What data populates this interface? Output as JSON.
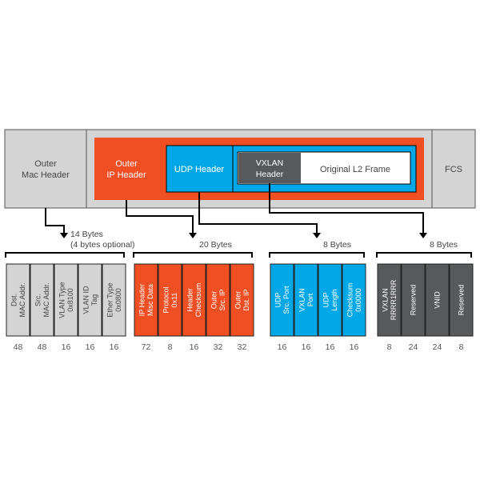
{
  "frame": {
    "outer_mac_header": [
      "Outer",
      "Mac Header"
    ],
    "outer_ip_header": [
      "Outer",
      "IP Header"
    ],
    "udp_header": "UDP Header",
    "vxlan_header": [
      "VXLAN",
      "Header"
    ],
    "original_l2_frame": "Original L2 Frame",
    "fcs": "FCS"
  },
  "groups": [
    {
      "size_label": [
        "14 Bytes",
        "(4 bytes optional)"
      ],
      "color": "#d4d4d4",
      "text_color": "#444444",
      "fields": [
        {
          "lines": [
            "Dst.",
            "MAC Addr."
          ],
          "bits": "48"
        },
        {
          "lines": [
            "Src.",
            "MAC Addr."
          ],
          "bits": "48"
        },
        {
          "lines": [
            "VLAN Type",
            "0x8100"
          ],
          "bits": "16"
        },
        {
          "lines": [
            "VLAN ID",
            "Tag"
          ],
          "bits": "16"
        },
        {
          "lines": [
            "Ether Type",
            "0x0800"
          ],
          "bits": "16"
        }
      ]
    },
    {
      "size_label": [
        "20 Bytes"
      ],
      "color": "#f04e23",
      "text_color": "#ffffff",
      "fields": [
        {
          "lines": [
            "IP Header",
            "Misc Data"
          ],
          "bits": "72"
        },
        {
          "lines": [
            "Protocol",
            "0x11"
          ],
          "bits": "8"
        },
        {
          "lines": [
            "Header",
            "Checksum"
          ],
          "bits": "16"
        },
        {
          "lines": [
            "Outer",
            "Src. IP"
          ],
          "bits": "32"
        },
        {
          "lines": [
            "Outer",
            "Dst. IP"
          ],
          "bits": "32"
        }
      ]
    },
    {
      "size_label": [
        "8 Bytes"
      ],
      "color": "#00a8e8",
      "text_color": "#ffffff",
      "fields": [
        {
          "lines": [
            "UDP",
            "Src. Port"
          ],
          "bits": "16"
        },
        {
          "lines": [
            "VXLAN",
            "Port"
          ],
          "bits": "16"
        },
        {
          "lines": [
            "UDP",
            "Length"
          ],
          "bits": "16"
        },
        {
          "lines": [
            "Checksum",
            "0x0000"
          ],
          "bits": "16"
        }
      ]
    },
    {
      "size_label": [
        "8 Bytes"
      ],
      "color": "#58595b",
      "text_color": "#ffffff",
      "fields": [
        {
          "lines": [
            "VXLAN",
            "RRRR1RRR"
          ],
          "bits": "8"
        },
        {
          "lines": [
            "Reserved"
          ],
          "bits": "24"
        },
        {
          "lines": [
            "VNID"
          ],
          "bits": "24"
        },
        {
          "lines": [
            "Reserved"
          ],
          "bits": "8"
        }
      ]
    }
  ],
  "colors": {
    "gray_box": "#d4d4d4",
    "orange": "#f04e23",
    "blue": "#00a8e8",
    "dark_gray": "#58595b",
    "line": "#000000",
    "text_dark": "#444444"
  }
}
